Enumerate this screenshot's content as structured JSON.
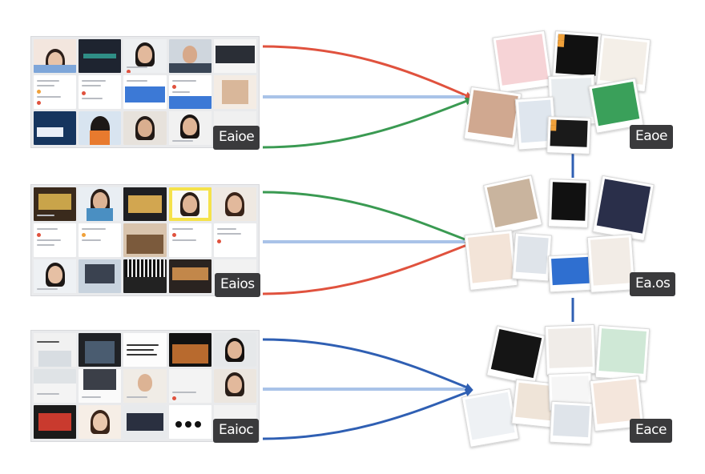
{
  "rows": [
    {
      "source_label": "Eaioe",
      "target_label": "Eaoe",
      "arrow_colors": [
        "#e0523e",
        "#a9c3e8",
        "#3a9a52"
      ]
    },
    {
      "source_label": "Eaios",
      "target_label": "Ea.os",
      "arrow_colors": [
        "#3a9a52",
        "#a9c3e8",
        "#e0523e"
      ]
    },
    {
      "source_label": "Eaioc",
      "target_label": "Eace",
      "arrow_colors": [
        "#2f5fb3",
        "#a9c3e8",
        "#2f5fb3"
      ]
    }
  ],
  "connector_color": "#2f5fb3",
  "colors": {
    "red": "#e0523e",
    "green": "#3a9a52",
    "blue": "#2f5fb3",
    "light_blue": "#a9c3e8",
    "badge_bg": "#3a3a3c"
  }
}
